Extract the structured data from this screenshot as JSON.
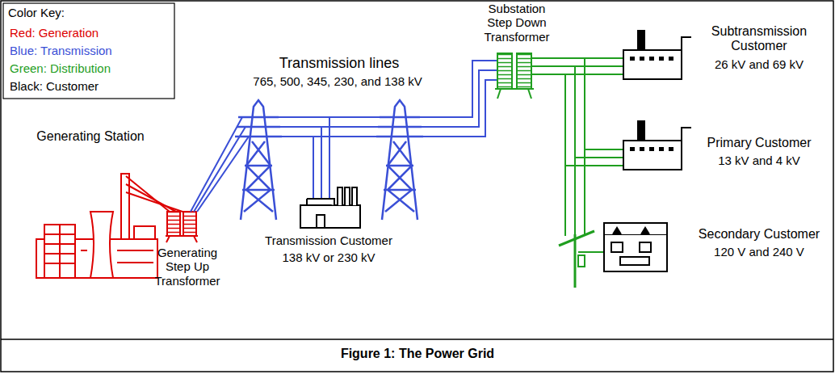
{
  "diagram": {
    "caption": "Figure 1: The Power Grid",
    "labels": [
      "Color Key:",
      "Generating Station",
      "Generating Step Up Transformer",
      "Transmission lines",
      "765, 500, 345, 230, and 138 kV",
      "Transmission Customer",
      "138 kV or 230 kV",
      "Substation Step Down Transformer",
      "Subtransmission Customer",
      "26 kV and 69 kV",
      "Primary Customer",
      "13 kV and 4 kV",
      "Secondary Customer",
      "120 V and 240 V"
    ],
    "legend": [
      {
        "text": "Red: Generation",
        "color": "#dd0000"
      },
      {
        "text": "Blue: Transmission",
        "color": "#3a4fd6"
      },
      {
        "text": "Green: Distribution",
        "color": "#1f9e1f"
      },
      {
        "text": "Black: Customer",
        "color": "#000000"
      }
    ]
  }
}
